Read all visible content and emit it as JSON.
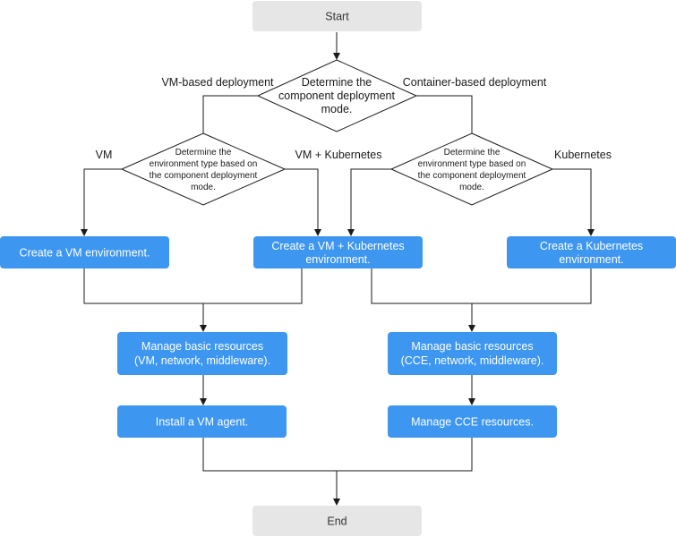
{
  "start": "Start",
  "end": "End",
  "decision_mode": [
    "Determine the",
    "component deployment",
    "mode."
  ],
  "decision_vm": [
    "Determine the",
    "environment type based on",
    "the component deployment",
    "mode."
  ],
  "decision_container": [
    "Determine the",
    "environment type based on",
    "the component deployment",
    "mode."
  ],
  "labels": {
    "vm_based": "VM-based deployment",
    "container_based": "Container-based deployment",
    "vm": "VM",
    "vm_k8s": "VM + Kubernetes",
    "kubernetes": "Kubernetes"
  },
  "boxes": {
    "create_vm": [
      "Create a VM environment."
    ],
    "create_vm_k8s": [
      "Create a VM + Kubernetes",
      "environment."
    ],
    "create_k8s": [
      "Create a Kubernetes",
      "environment."
    ],
    "manage_vm": [
      "Manage basic resources",
      "(VM, network, middleware)."
    ],
    "manage_cce": [
      "Manage basic resources",
      "(CCE, network, middleware)."
    ],
    "install_agent": [
      "Install a VM agent."
    ],
    "manage_cce_res": [
      "Manage CCE resources."
    ]
  },
  "colors": {
    "process": "#3d96f0",
    "terminal": "#e6e6e6",
    "line": "#1a1a1a"
  }
}
